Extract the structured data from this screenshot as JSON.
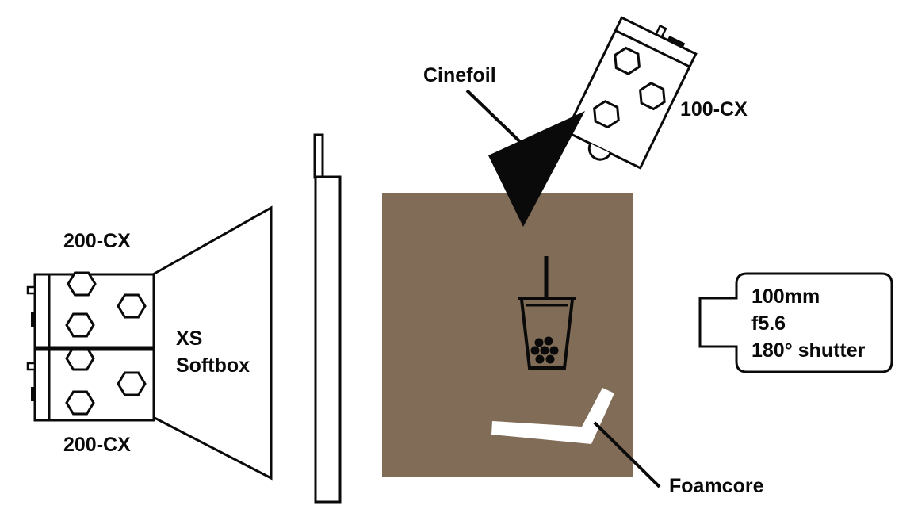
{
  "labels": {
    "cinefoil": "Cinefoil",
    "light_top": "100-CX",
    "light_left_top": "200-CX",
    "light_left_bottom": "200-CX",
    "softbox_line1": "XS",
    "softbox_line2": "Softbox",
    "foamcore": "Foamcore"
  },
  "camera": {
    "lens": "100mm",
    "aperture": "f5.6",
    "shutter": "180° shutter"
  },
  "colors": {
    "table": "#806c57",
    "stroke": "#0a0a0a",
    "foamcore": "#ffffff"
  }
}
